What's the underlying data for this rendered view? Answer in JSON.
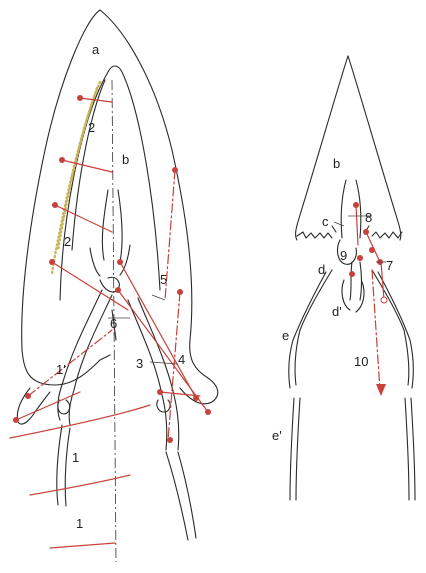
{
  "labels_left": {
    "a": "a",
    "b": "b",
    "two_top": "2",
    "two_mid": "2",
    "five": "5",
    "six": "6",
    "one_prime": "1'",
    "three": "3",
    "four": "4",
    "one_a": "1",
    "one_b": "1"
  },
  "labels_right": {
    "b": "b",
    "c": "c",
    "eight": "8",
    "nine": "9",
    "d": "d",
    "seven": "7",
    "d_prime": "d'",
    "e": "e",
    "ten": "10",
    "e_prime": "e'"
  },
  "colors": {
    "accent": "#c8413a",
    "line": "#2a2a2a",
    "stipple": "#c9b45a"
  }
}
